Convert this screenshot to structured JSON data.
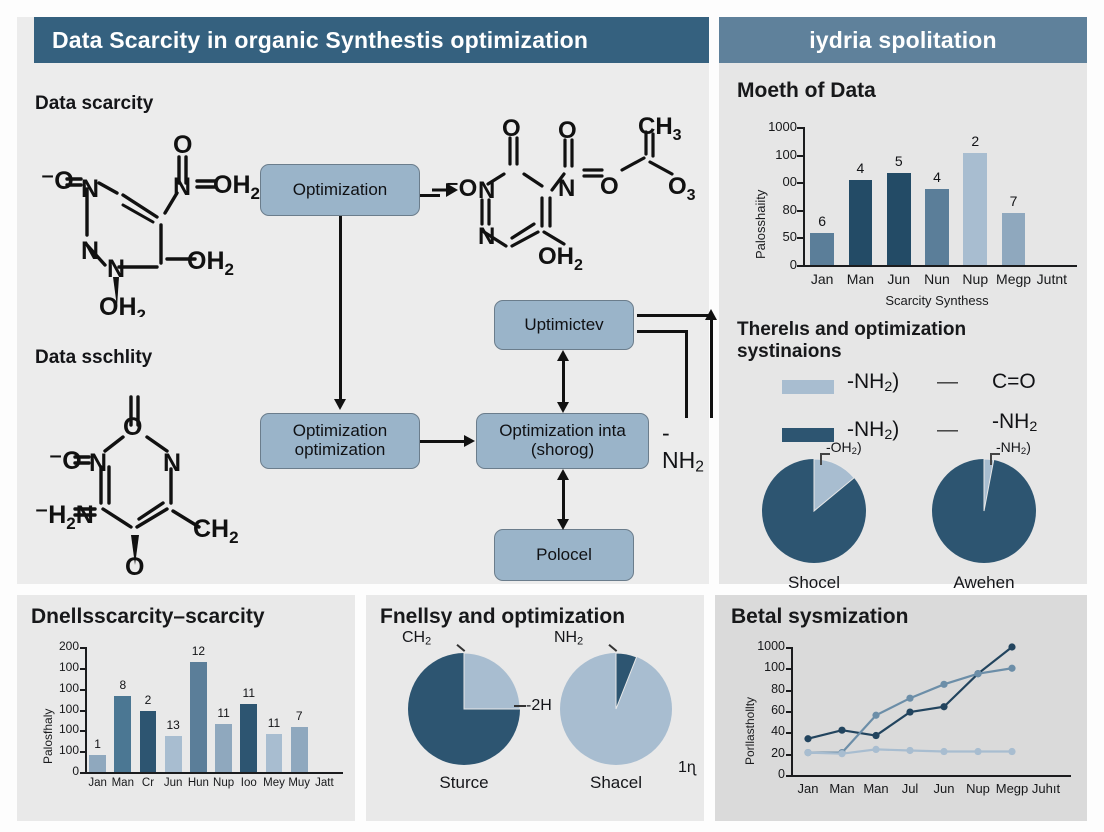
{
  "main": {
    "header": "Data Scarcity in organic Synthestis optimization",
    "chem1_label": "Data scarcity",
    "chem2_label": "Data sschlity",
    "free_text": "-NH",
    "free_text_sub": "2",
    "boxes": [
      {
        "id": "optimization",
        "line1": "Optimization",
        "line2": ""
      },
      {
        "id": "optimization-opt",
        "line1": "Optimization",
        "line2": "optimization"
      },
      {
        "id": "optimization-inta",
        "line1": "Optimization inta",
        "line2": "(shorog)"
      },
      {
        "id": "uptimictev",
        "line1": "Uptimictev",
        "line2": ""
      },
      {
        "id": "polocel",
        "line1": "Polocel",
        "line2": ""
      }
    ]
  },
  "right": {
    "header": "iydria spolitation",
    "bar_title": "Moeth of Data",
    "legend_title_l1": "Therelıs and optimization",
    "legend_title_l2": "systinaions",
    "legend": [
      {
        "swatch": "#a8bdd0",
        "label": "-NH2)",
        "dash": "—",
        "right": "C=O"
      },
      {
        "swatch": "#2d5571",
        "label": "-NH2)",
        "dash": "—",
        "right": "-NH2"
      }
    ],
    "pies": [
      {
        "caption": "Shocel",
        "anno": "-OH2)",
        "slice_pct": 14
      },
      {
        "caption": "Awehen",
        "anno": "-NH2)",
        "slice_pct": 3
      }
    ]
  },
  "chart_data": [
    {
      "id": "right-bar",
      "type": "bar",
      "title": "Moeth of Data",
      "xlabel": "Scarcity Synthess",
      "ylabel": "Palosshaiity",
      "categories": [
        "Jan",
        "Man",
        "Jun",
        "Nun",
        "Nup",
        "Megp",
        "Jutnt"
      ],
      "ytick_labels": [
        "1000",
        "100",
        "00",
        "80",
        "50",
        "0"
      ],
      "values": [
        37,
        98,
        107,
        88,
        130,
        60,
        0
      ],
      "labels": [
        "6",
        "4",
        "5",
        "4",
        "2",
        "7",
        ""
      ],
      "colors": [
        "#5b7e99",
        "#234b66",
        "#234b66",
        "#5b7e99",
        "#a8bdd0",
        "#8fa8be",
        "#a8bdd0"
      ],
      "ylim": [
        0,
        160
      ]
    },
    {
      "id": "bottom-left-bar",
      "type": "bar",
      "title": "Dnellsscarcity–scarcity",
      "xlabel": "",
      "ylabel": "Palosfhaly",
      "categories": [
        "Jan",
        "Man",
        "Cr",
        "Jun",
        "Hun",
        "Nup",
        "Ioo",
        "Mey",
        "Muy",
        "Jatt"
      ],
      "ytick_labels": [
        "200",
        "100",
        "100",
        "100",
        "100",
        "100",
        "0"
      ],
      "values": [
        22,
        100,
        80,
        48,
        145,
        63,
        90,
        50,
        60,
        0
      ],
      "labels": [
        "1",
        "8",
        "2",
        "13",
        "12",
        "11",
        "11",
        "11",
        "7",
        ""
      ],
      "colors": [
        "#8fa8be",
        "#4b7793",
        "#2d5571",
        "#a8bdd0",
        "#5b7e99",
        "#8fa8be",
        "#2d5571",
        "#a8bdd0",
        "#8fa8be",
        "#a8bdd0"
      ],
      "ylim": [
        0,
        165
      ]
    },
    {
      "id": "bottom-mid-pies",
      "type": "pie",
      "title": "Fnellsy and optimization",
      "pies": [
        {
          "caption": "Sturce",
          "slice_pct": 25,
          "anno_left": "CH2",
          "anno_right": "-2H"
        },
        {
          "caption": "Shacel",
          "slice_pct": 6,
          "anno_left": "NH2",
          "anno_right": "1ɳ"
        }
      ]
    },
    {
      "id": "bottom-right-line",
      "type": "line",
      "title": "Betal sysmization",
      "ylabel": "Porllasthollty",
      "categories": [
        "Jan",
        "Man",
        "Man",
        "Jul",
        "Jun",
        "Nup",
        "Megp",
        "Juhıt"
      ],
      "ytick_labels": [
        "1000",
        "100",
        "80",
        "60",
        "40",
        "20",
        "0"
      ],
      "series": [
        {
          "name": "series-dark",
          "color": "#22445e",
          "values": [
            34,
            42,
            37,
            59,
            64,
            95,
            1000
          ]
        },
        {
          "name": "series-mid",
          "color": "#6c8ea8",
          "values": [
            21,
            21,
            56,
            72,
            85,
            95,
            104
          ]
        },
        {
          "name": "series-light",
          "color": "#a8bdd0",
          "values": [
            21,
            20,
            24,
            23,
            22,
            22,
            22
          ]
        }
      ],
      "ylim": [
        0,
        1100
      ]
    }
  ]
}
